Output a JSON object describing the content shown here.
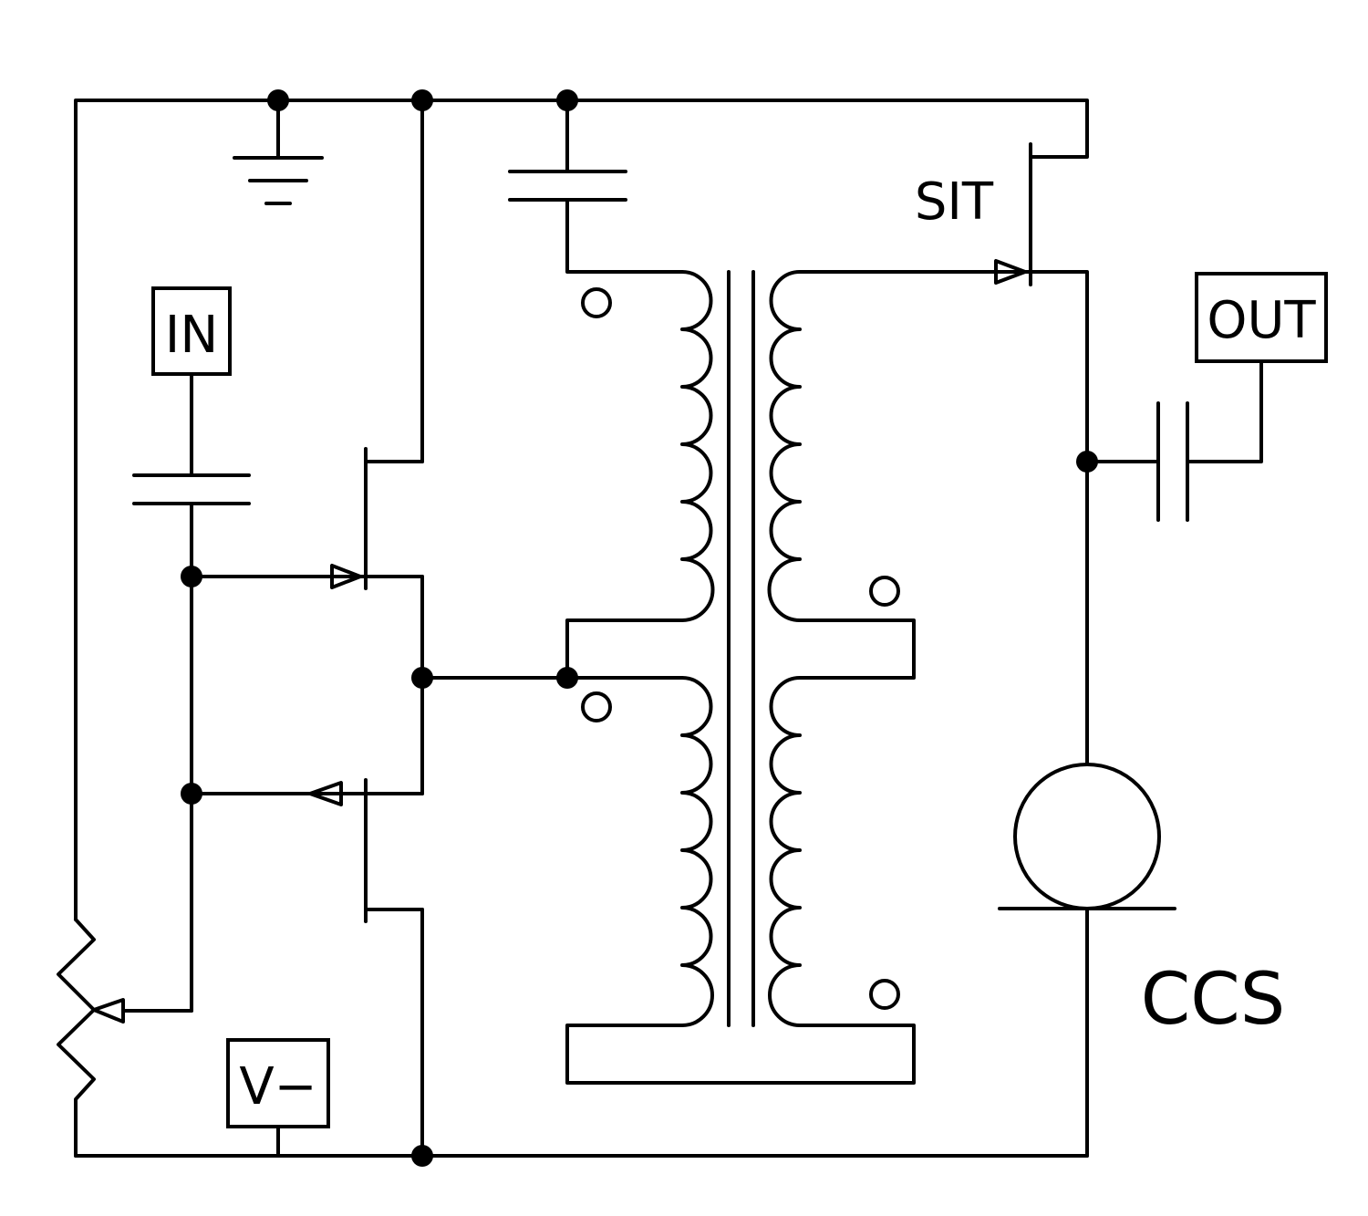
{
  "labels": {
    "in": "IN",
    "out": "OUT",
    "sit": "SIT",
    "ccs": "CCS",
    "vneg": "V−"
  },
  "colors": {
    "ink": "#000000",
    "paper": "#ffffff"
  }
}
